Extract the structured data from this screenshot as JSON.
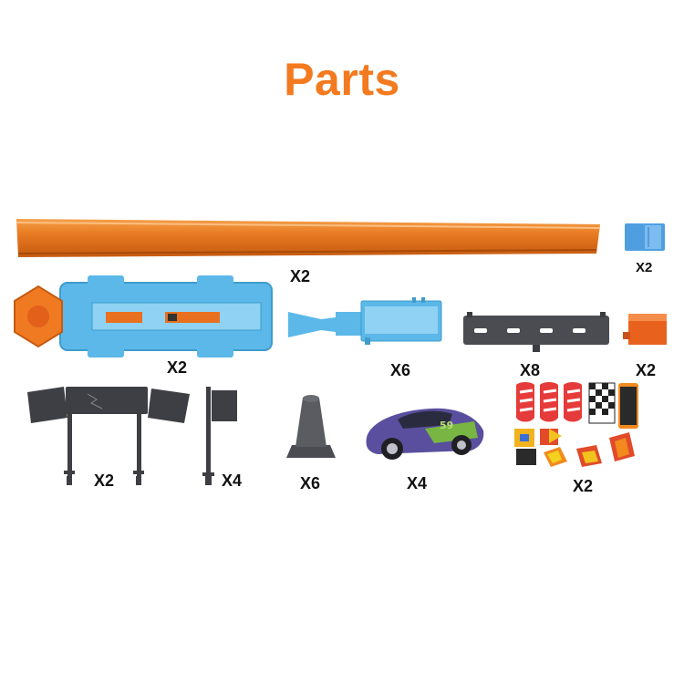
{
  "title": "Parts",
  "colors": {
    "title": "#f37a1f",
    "track_orange": "#e87a22",
    "launcher_blue": "#5bb8e8",
    "gray_track": "#4a4c52"
  },
  "parts": [
    {
      "name": "straight-orange-track",
      "quantity": "X2"
    },
    {
      "name": "blue-track-connector",
      "quantity": "X2"
    },
    {
      "name": "launcher-base",
      "quantity": "X2"
    },
    {
      "name": "ramp-track-piece",
      "quantity": "X6"
    },
    {
      "name": "gray-road-track",
      "quantity": "X8"
    },
    {
      "name": "orange-track-connector",
      "quantity": "X2"
    },
    {
      "name": "flag-gate",
      "quantity": "X2"
    },
    {
      "name": "single-flag-post",
      "quantity": "X4"
    },
    {
      "name": "traffic-cone",
      "quantity": "X6"
    },
    {
      "name": "die-cast-car",
      "quantity": "X4"
    },
    {
      "name": "sticker-sheet",
      "quantity": "X2"
    }
  ]
}
